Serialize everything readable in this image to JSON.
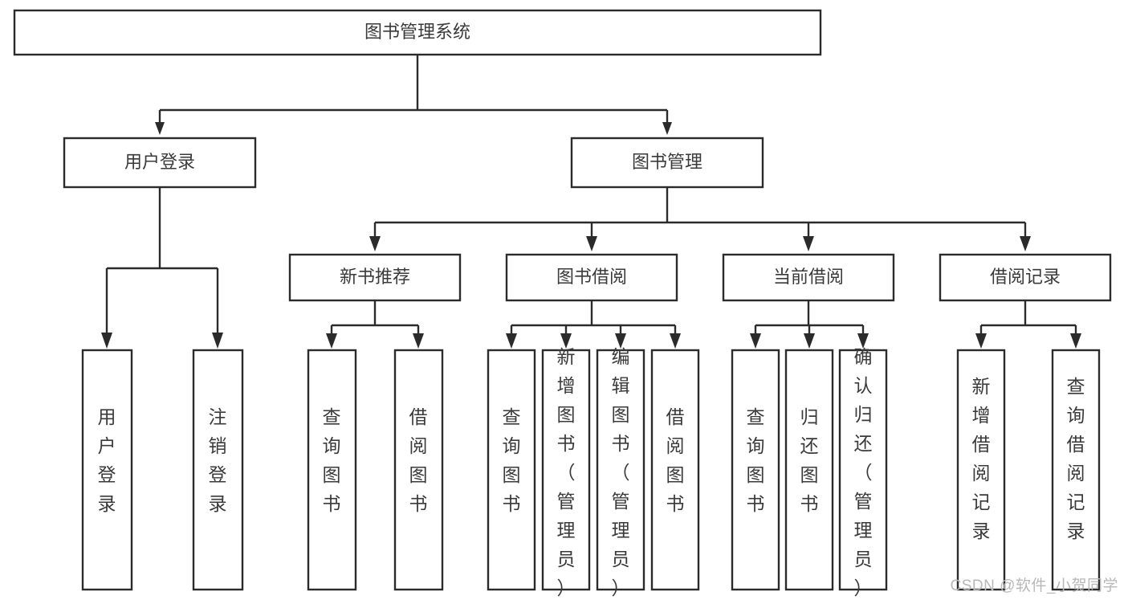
{
  "diagram": {
    "title": "图书管理系统",
    "type": "tree-hierarchy-diagram",
    "colors": {
      "background": "#ffffff",
      "box_stroke": "#2b2b2b",
      "box_fill": "#ffffff",
      "text": "#3a3a3a",
      "connector": "#2b2b2b",
      "watermark": "#b8b8b8"
    },
    "root": {
      "label": "图书管理系统"
    },
    "level2": [
      {
        "id": "user-login",
        "label": "用户登录"
      },
      {
        "id": "book-manage",
        "label": "图书管理"
      }
    ],
    "level3": [
      {
        "id": "new-book-recommend",
        "label": "新书推荐",
        "parent": "book-manage"
      },
      {
        "id": "book-borrow",
        "label": "图书借阅",
        "parent": "book-manage"
      },
      {
        "id": "current-borrow",
        "label": "当前借阅",
        "parent": "book-manage"
      },
      {
        "id": "borrow-record",
        "label": "借阅记录",
        "parent": "book-manage"
      }
    ],
    "leaves": {
      "user-login": [
        {
          "id": "leaf-user-login",
          "label": "用户登录"
        },
        {
          "id": "leaf-user-logout",
          "label": "注销登录"
        }
      ],
      "new-book-recommend": [
        {
          "id": "leaf-query-book-1",
          "label": "查询图书"
        },
        {
          "id": "leaf-borrow-book-1",
          "label": "借阅图书"
        }
      ],
      "book-borrow": [
        {
          "id": "leaf-query-book-2",
          "label": "查询图书"
        },
        {
          "id": "leaf-add-book",
          "label": "新增图书（管理员）"
        },
        {
          "id": "leaf-edit-book",
          "label": "编辑图书（管理员）"
        },
        {
          "id": "leaf-borrow-book-2",
          "label": "借阅图书"
        }
      ],
      "current-borrow": [
        {
          "id": "leaf-query-book-3",
          "label": "查询图书"
        },
        {
          "id": "leaf-return-book",
          "label": "归还图书"
        },
        {
          "id": "leaf-confirm-return",
          "label": "确认归还（管理员）"
        }
      ],
      "borrow-record": [
        {
          "id": "leaf-add-record",
          "label": "新增借阅记录"
        },
        {
          "id": "leaf-query-record",
          "label": "查询借阅记录"
        }
      ]
    }
  },
  "watermark": {
    "text": "CSDN @软件_小贺同学"
  }
}
